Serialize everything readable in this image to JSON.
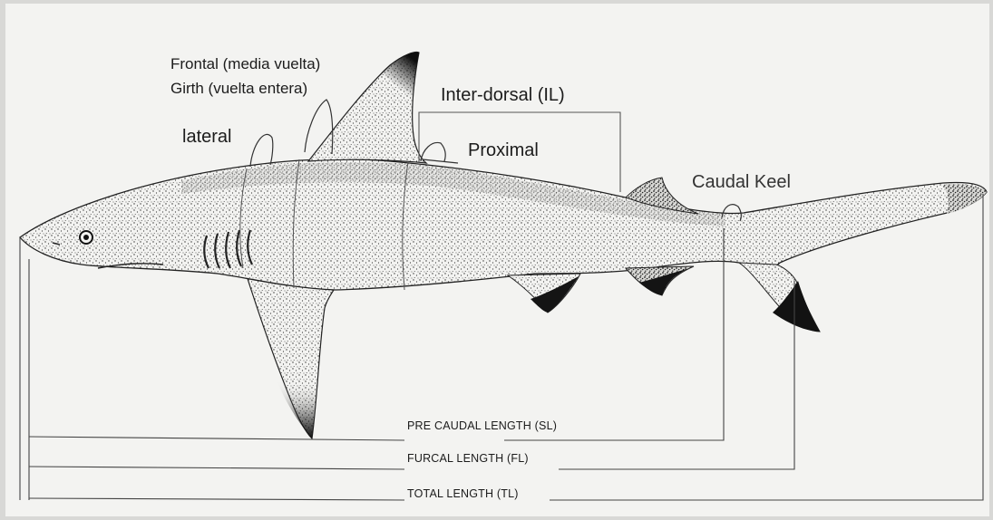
{
  "labels": {
    "frontal": "Frontal (media vuelta)",
    "girth": "Girth (vuelta entera)",
    "lateral": "lateral",
    "inter_dorsal": "Inter-dorsal (IL)",
    "proximal": "Proximal",
    "caudal_keel": "Caudal Keel",
    "pre_caudal": "PRE CAUDAL LENGTH (SL)",
    "furcal": "FURCAL LENGTH (FL)",
    "total": "TOTAL LENGTH (TL)"
  }
}
